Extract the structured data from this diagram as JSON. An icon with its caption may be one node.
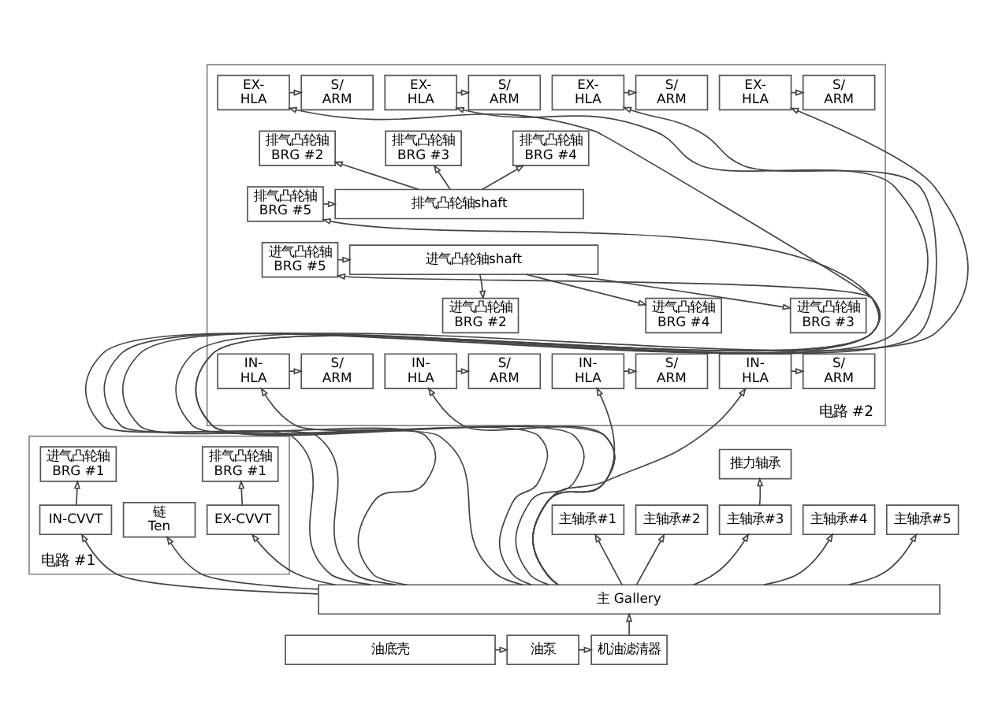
{
  "diagram": {
    "nodes": [
      {
        "text": [
          "电路 #1"
        ]
      },
      {
        "text": [
          "排气凸轮轴 BRG #1"
        ],
        "in": 0
      },
      {
        "text": [
          "EX-CVVT"
        ],
        "in": 0
      },
      {
        "text": [
          "链 Ten"
        ],
        "in": 0
      },
      {
        "text": [
          "IN-CVVT"
        ],
        "in": 0
      },
      {
        "text": [
          "进气凸轮轴 BRG #1"
        ],
        "in": 0
      },
      {
        "text": [
          "电路 #2"
        ]
      },
      {
        "text": [
          "EX- HLA"
        ],
        "in": 6
      },
      {
        "text": [
          "S/ ARM"
        ],
        "in": 6
      },
      {
        "text": [
          "EX- HLA"
        ],
        "in": 6
      },
      {
        "text": [
          "S/ ARM"
        ],
        "in": 6
      },
      {
        "text": [
          "EX- HLA"
        ],
        "in": 6
      },
      {
        "text": [
          "S/ ARM"
        ],
        "in": 6
      },
      {
        "text": [
          "EX- HLA"
        ],
        "in": 6
      },
      {
        "text": [
          "S/ ARM"
        ],
        "in": 6
      },
      {
        "text": [
          "排气凸轮轴 BRG #2"
        ],
        "in": 6
      },
      {
        "text": [
          "排气凸轮轴 BRG #3"
        ],
        "in": 6
      },
      {
        "text": [
          "排气凸轮轴 BRG #4"
        ],
        "in": 6
      },
      {
        "text": [
          "排气凸轮轴shaft"
        ],
        "in": 6
      },
      {
        "text": [
          "排气凸轮轴 BRG #5"
        ],
        "in": 6
      },
      {
        "text": [
          "进气凸轮轴shaft"
        ],
        "in": 6
      },
      {
        "text": [
          "进气凸轮轴 BRG #5"
        ],
        "in": 6
      },
      {
        "text": [
          "进气凸轮轴 BRG #2"
        ],
        "in": 6
      },
      {
        "text": [
          "进气凸轮轴 BRG #3"
        ],
        "in": 6
      },
      {
        "text": [
          "进气凸轮轴 BRG #4"
        ],
        "in": 6
      },
      {
        "text": [
          "IN- HLA"
        ],
        "in": 6
      },
      {
        "text": [
          "S/ ARM"
        ],
        "in": 6
      },
      {
        "text": [
          "IN- HLA"
        ],
        "in": 6
      },
      {
        "text": [
          "S/ ARM"
        ],
        "in": 6
      },
      {
        "text": [
          "IN- HLA"
        ],
        "in": 6
      },
      {
        "text": [
          "S/ ARM"
        ],
        "in": 6
      },
      {
        "text": [
          "IN- HLA"
        ],
        "in": 6
      },
      {
        "text": [
          "S/ ARM"
        ],
        "in": 6
      },
      {
        "text": [
          "推力轴承"
        ]
      },
      {
        "text": [
          "主轴承#1"
        ]
      },
      {
        "text": [
          "主轴承#2"
        ]
      },
      {
        "text": [
          "主轴承#3"
        ]
      },
      {
        "text": [
          "主轴承#4"
        ]
      },
      {
        "text": [
          "主轴承#5"
        ]
      },
      {
        "text": [
          "主 Gallery"
        ]
      },
      {
        "text": [
          "机油滤清器"
        ]
      },
      {
        "text": [
          "油泵"
        ]
      },
      {
        "text": [
          "油底壳"
        ]
      }
    ],
    "edges": [
      {
        "from": 42,
        "to": 41,
        "arrow": "to"
      },
      {
        "from": 41,
        "to": 40,
        "arrow": "to"
      },
      {
        "from": 40,
        "to": 39,
        "arrow": "to"
      },
      {
        "from": 39,
        "to": 34,
        "arrow": "to"
      },
      {
        "from": 39,
        "to": 35,
        "arrow": "to"
      },
      {
        "from": 39,
        "to": 36,
        "arrow": "to"
      },
      {
        "from": 39,
        "to": 37,
        "arrow": "to"
      },
      {
        "from": 39,
        "to": 38,
        "arrow": "to"
      },
      {
        "from": 36,
        "to": 33,
        "arrow": "to"
      },
      {
        "from": 39,
        "to": 2,
        "arrow": "to"
      },
      {
        "from": 39,
        "to": 3,
        "arrow": "to"
      },
      {
        "from": 39,
        "to": 4,
        "arrow": "to"
      },
      {
        "from": 2,
        "to": 1,
        "arrow": "to"
      },
      {
        "from": 4,
        "to": 5,
        "arrow": "to"
      },
      {
        "from": 39,
        "to": 7,
        "arrow": "to"
      },
      {
        "from": 39,
        "to": 9,
        "arrow": "to"
      },
      {
        "from": 39,
        "to": 11,
        "arrow": "to"
      },
      {
        "from": 39,
        "to": 13,
        "arrow": "to"
      },
      {
        "from": 7,
        "to": 8,
        "arrow": "to"
      },
      {
        "from": 9,
        "to": 10,
        "arrow": "to"
      },
      {
        "from": 11,
        "to": 12,
        "arrow": "to"
      },
      {
        "from": 13,
        "to": 14,
        "arrow": "to"
      },
      {
        "from": 39,
        "to": 19,
        "arrow": "to"
      },
      {
        "from": 19,
        "to": 18,
        "arrow": "to"
      },
      {
        "from": 18,
        "to": 15,
        "arrow": "to"
      },
      {
        "from": 18,
        "to": 16,
        "arrow": "to"
      },
      {
        "from": 18,
        "to": 17,
        "arrow": "to"
      },
      {
        "from": 39,
        "to": 21,
        "arrow": "to"
      },
      {
        "from": 21,
        "to": 20,
        "arrow": "to"
      },
      {
        "from": 20,
        "to": 22,
        "arrow": "to"
      },
      {
        "from": 20,
        "to": 23,
        "arrow": "to"
      },
      {
        "from": 20,
        "to": 24,
        "arrow": "to"
      },
      {
        "from": 39,
        "to": 25,
        "arrow": "to"
      },
      {
        "from": 39,
        "to": 27,
        "arrow": "to"
      },
      {
        "from": 39,
        "to": 29,
        "arrow": "to"
      },
      {
        "from": 39,
        "to": 31,
        "arrow": "to"
      },
      {
        "from": 25,
        "to": 26,
        "arrow": "to"
      },
      {
        "from": 27,
        "to": 28,
        "arrow": "to"
      },
      {
        "from": 29,
        "to": 30,
        "arrow": "to"
      },
      {
        "from": 31,
        "to": 32,
        "arrow": "to"
      }
    ]
  }
}
